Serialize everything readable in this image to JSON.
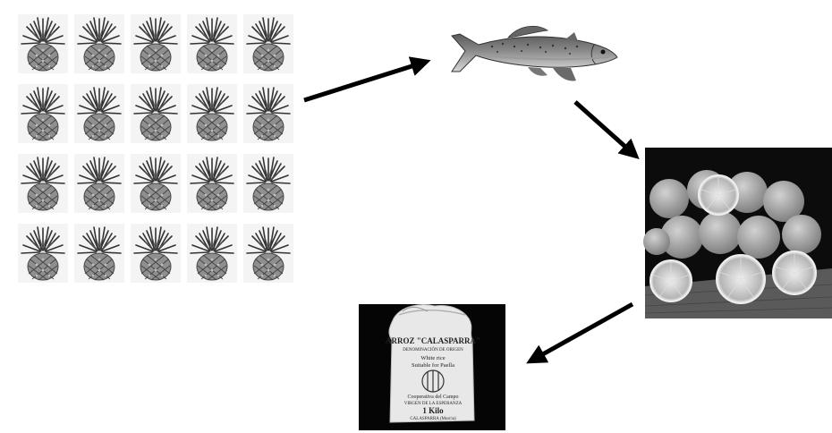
{
  "grid": {
    "rows": 4,
    "cols": 5,
    "item_icon": "pineapple-icon"
  },
  "nodes": [
    {
      "id": "pineapples",
      "icon": "pineapple-icon"
    },
    {
      "id": "fish",
      "icon": "trout-fish-icon"
    },
    {
      "id": "oranges",
      "icon": "oranges-photo-icon"
    },
    {
      "id": "rice",
      "icon": "rice-sack-icon"
    }
  ],
  "rice_sack": {
    "line1": "ARROZ \"CALASPARRA\"",
    "line2": "DENOMINACIÓN DE ORIGEN",
    "line3": "White rice",
    "line4": "Suitable for Paella",
    "line5": "Cooperativa del Campo",
    "line6": "VIRGEN DE LA ESPERANZA",
    "line7": "1 Kilo",
    "line8": "CALASPARRA (Murcia)"
  },
  "colors": {
    "arrow": "#000000",
    "background": "#ffffff"
  }
}
